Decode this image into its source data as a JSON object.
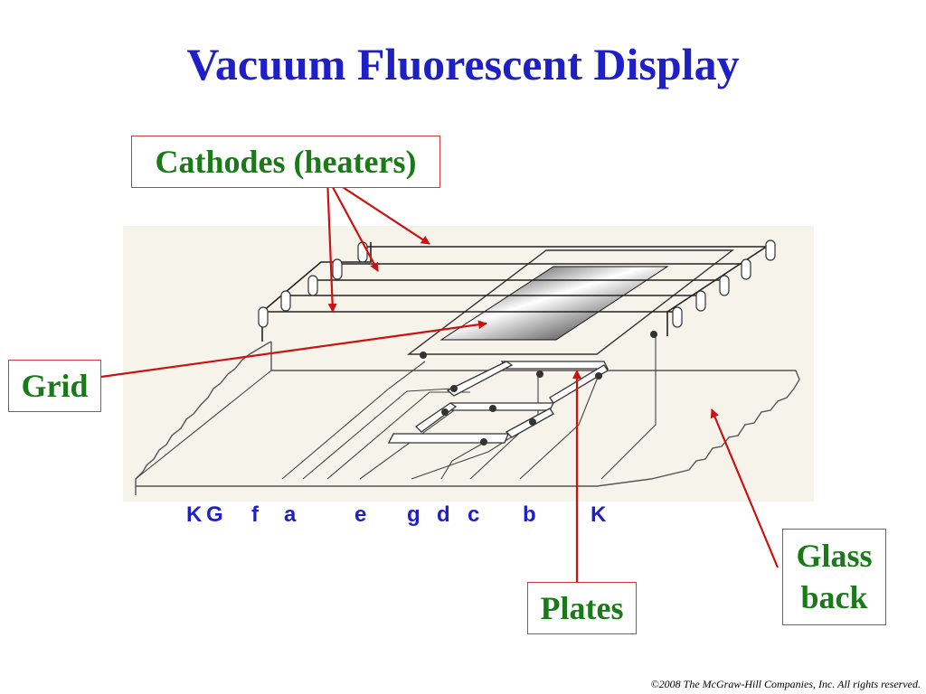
{
  "title": "Vacuum Fluorescent Display",
  "callouts": {
    "cathodes": "Cathodes (heaters)",
    "grid": "Grid",
    "plates": "Plates",
    "glass_line1": "Glass",
    "glass_line2": "back"
  },
  "pins": [
    "K",
    "G",
    "f",
    "a",
    "e",
    "g",
    "d",
    "c",
    "b",
    "K"
  ],
  "copyright": "©2008 The McGraw-Hill Companies, Inc. All rights reserved.",
  "colors": {
    "title": "#1f1fc8",
    "callout_text": "#1a7a1a",
    "callout_border": "#d23a3a",
    "arrow": "#cc1111",
    "pin_text": "#1f1fc8",
    "diagram_bg": "#f6f3ea"
  }
}
